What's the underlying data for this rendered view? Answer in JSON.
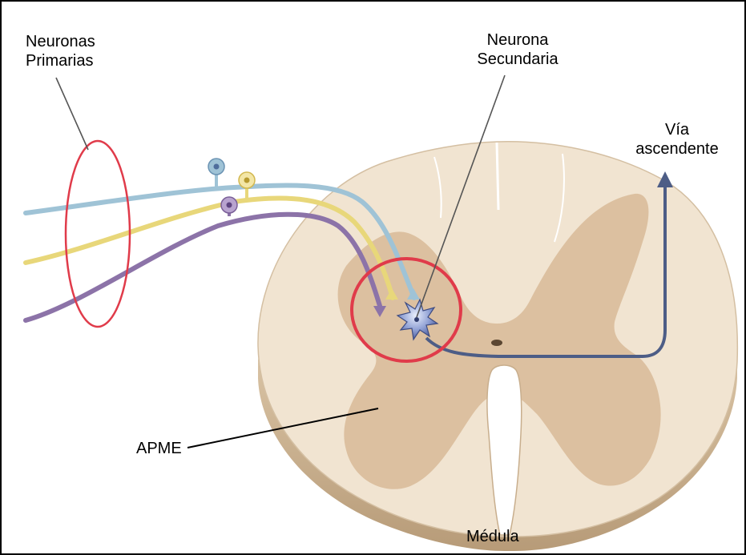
{
  "labels": {
    "primary_line1": "Neuronas",
    "primary_line2": "Primarias",
    "secondary_line1": "Neurona",
    "secondary_line2": "Secundaria",
    "pathway_line1": "Vía",
    "pathway_line2": "ascendente",
    "apme": "APME",
    "medulla": "Médula"
  },
  "colors": {
    "white_matter": "#f1e4d1",
    "gray_matter": "#dcc0a0",
    "rim": "#c8ae8d",
    "fiber_blue": "#9fc3d6",
    "fiber_yellow": "#e8d77a",
    "fiber_purple": "#8c73a8",
    "ascending_pathway": "#4d5d86",
    "highlight_circle": "#e03b4a"
  }
}
